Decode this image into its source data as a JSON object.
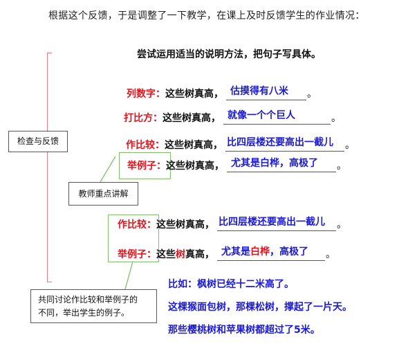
{
  "intro": "根据这个反馈，于是调整了一下教学，在课上及时反馈学生的作业情况：",
  "task": "尝试运用适当的说明方法，把句子写具体。",
  "stem": "这些树真高，",
  "period": "。",
  "section1": [
    {
      "label": "列数字：",
      "answer": "估摸得有八米"
    },
    {
      "label": "打比方：",
      "answer": "就像一个个巨人"
    },
    {
      "label": "作比较：",
      "answer": "比四层楼还要高出一截儿"
    },
    {
      "label": "举例子：",
      "answer": "尤其是白桦，高极了"
    }
  ],
  "section2": [
    {
      "label": "作比较：",
      "stem": "这些树真高，",
      "answer": "比四层楼还要高出一截儿"
    },
    {
      "label": "举例子：",
      "stem_pre": "这些",
      "stem_red": "树",
      "stem_post": "真高，",
      "answer_pre": "尤其是",
      "answer_red": "白桦",
      "answer_post": "，高极了"
    }
  ],
  "examples": [
    "比如：枫树已经十二米高了。",
    "这棵猴面包树，那棵松树，撑起了一片天。",
    "那些樱桃树和苹果树都超过了5米。"
  ],
  "boxes": {
    "check_feedback": "检查与反馈",
    "teacher_focus": "教师重点讲解",
    "discussion_line1": "共同讨论作比较和举例子的",
    "discussion_line2": "不同，举出学生的例子。"
  },
  "colors": {
    "label_red": "#e0141e",
    "answer_blue": "#1a1ad6",
    "bracket_pink": "#e07a86",
    "callout_green": "#7fbf6a"
  }
}
